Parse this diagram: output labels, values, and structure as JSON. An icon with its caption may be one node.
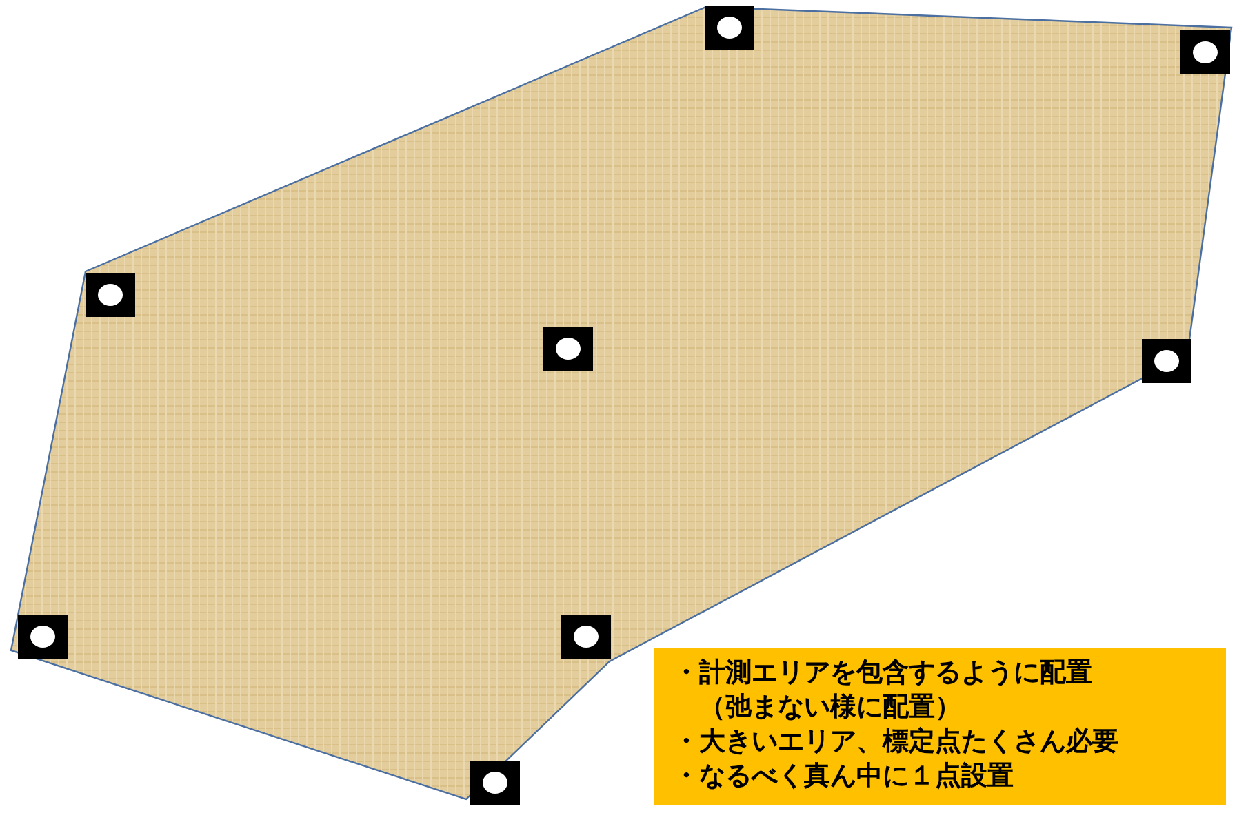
{
  "diagram": {
    "nodes": [
      {
        "text": [
          "・計測エリアを包含するように配置（弛まない様に配置）",
          "・大きいエリア、標定点たくさん必要",
          "・なるべく真ん中に１点設置"
        ]
      }
    ]
  }
}
